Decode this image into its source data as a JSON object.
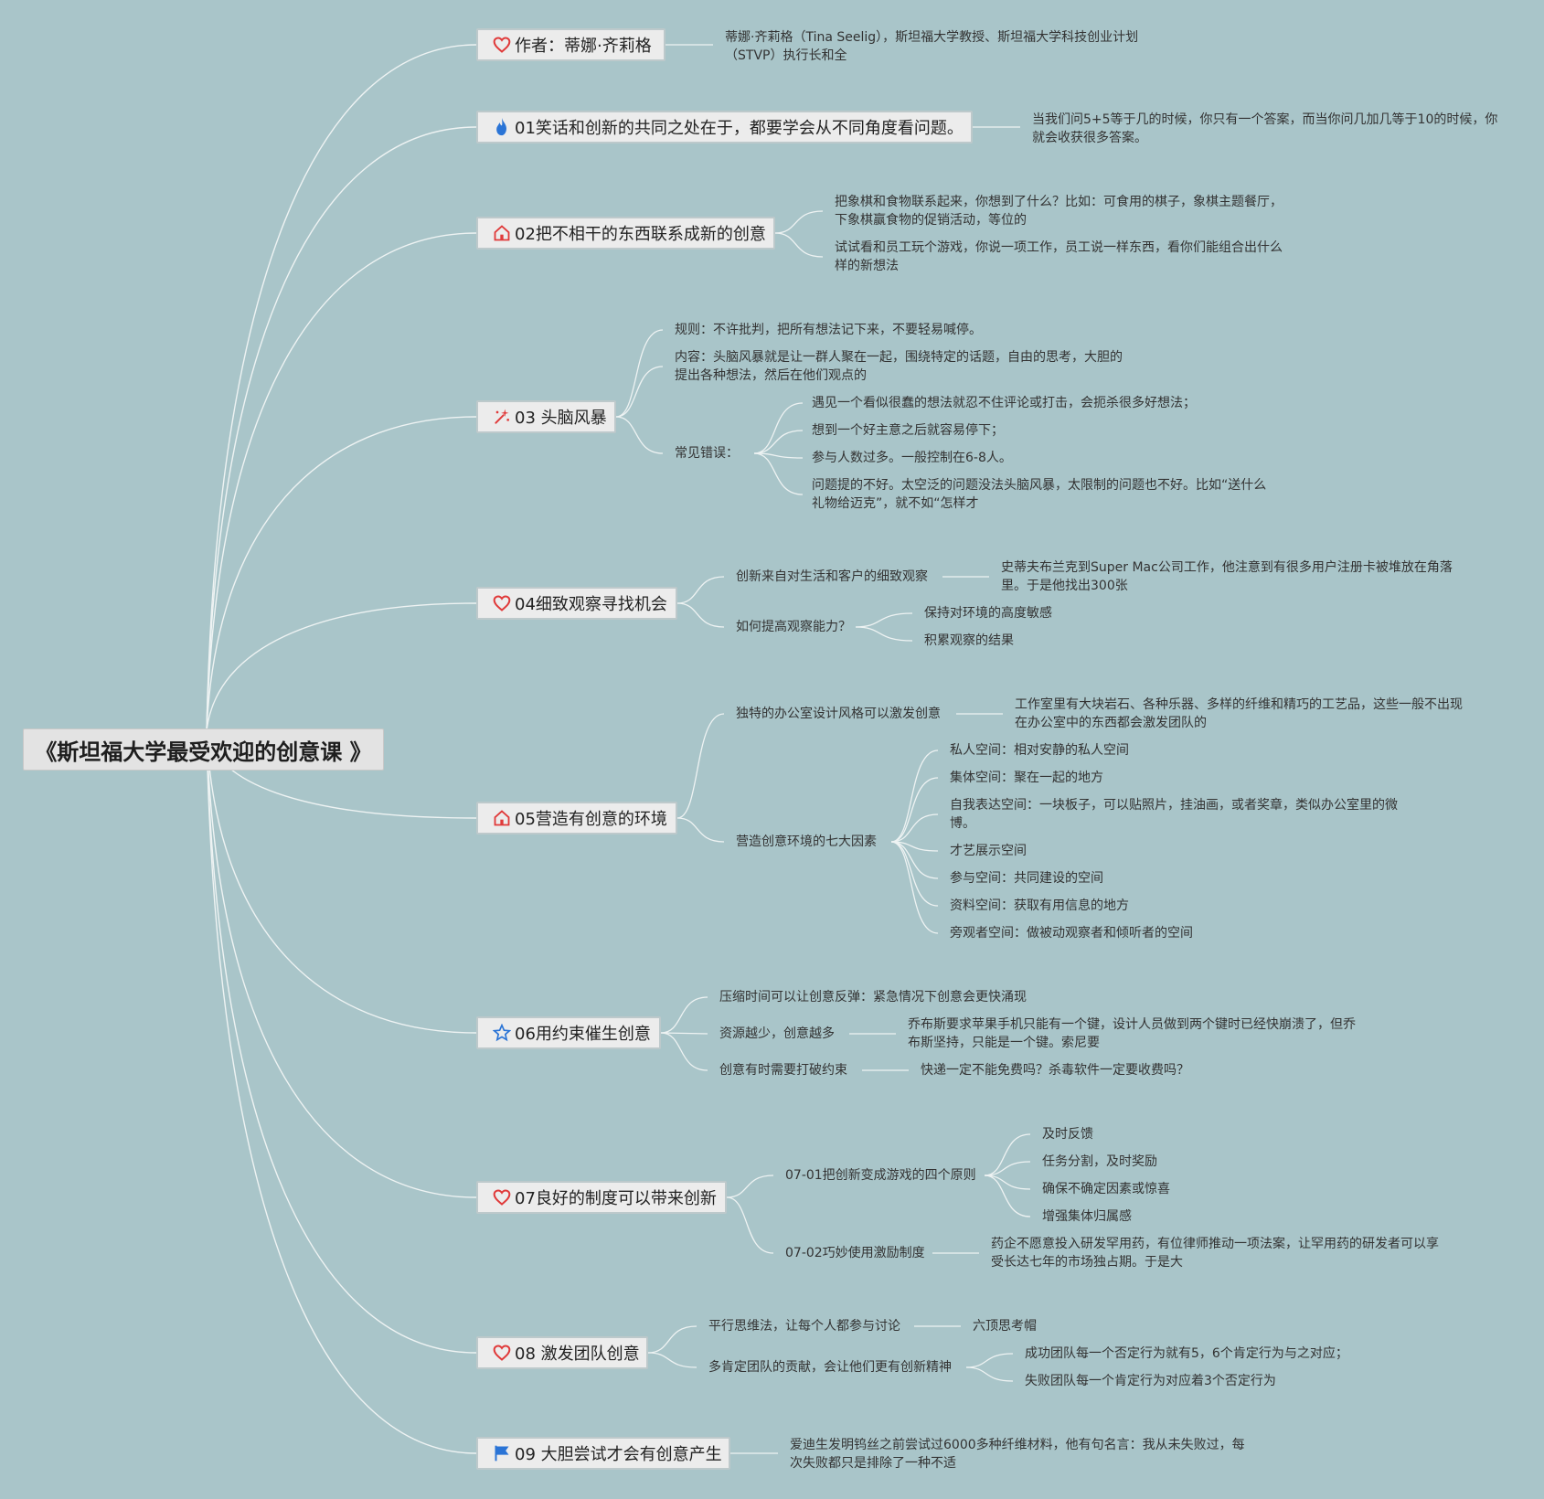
{
  "root": {
    "title": "《斯坦福大学最受欢迎的创意课 》"
  },
  "topics": {
    "author": {
      "label": "作者：蒂娜·齐莉格",
      "note_1": "蒂娜·齐莉格（Tina Seelig），斯坦福大学教授、斯坦福大学科技创业计划",
      "note_2": "（STVP）执行长和全"
    },
    "t01": {
      "label": "01笑话和创新的共同之处在于，都要学会从不同角度看问题。",
      "note_1": "当我们问5+5等于几的时候，你只有一个答案，而当你问几加几等于10的时候，你",
      "note_2": "就会收获很多答案。"
    },
    "t02": {
      "label": "02把不相干的东西联系成新的创意",
      "a1": "把象棋和食物联系起来，你想到了什么？比如：可食用的棋子，象棋主题餐厅，",
      "a2": "下象棋赢食物的促销活动，等位的",
      "b1": "试试看和员工玩个游戏，你说一项工作，员工说一样东西，看你们能组合出什么",
      "b2": "样的新想法"
    },
    "t03": {
      "label": "03 头脑风暴",
      "rule": "规则：不许批判，把所有想法记下来，不要轻易喊停。",
      "content_1": "内容：头脑风暴就是让一群人聚在一起，围绕特定的话题，自由的思考，大胆的",
      "content_2": "提出各种想法，然后在他们观点的",
      "mistakes": "常见错误：",
      "m1": "遇见一个看似很蠢的想法就忍不住评论或打击，会扼杀很多好想法；",
      "m2": "想到一个好主意之后就容易停下；",
      "m3": "参与人数过多。一般控制在6-8人。",
      "m4_1": "问题提的不好。太空泛的问题没法头脑风暴，太限制的问题也不好。比如“送什么",
      "m4_2": "礼物给迈克”，就不如“怎样才"
    },
    "t04": {
      "label": "04细致观察寻找机会",
      "s1": "创新来自对生活和客户的细致观察",
      "s1_note_1": "史蒂夫布兰克到Super Mac公司工作，他注意到有很多用户注册卡被堆放在角落",
      "s1_note_2": "里。于是他找出300张",
      "s2": "如何提高观察能力？",
      "s2a": "保持对环境的高度敏感",
      "s2b": "积累观察的结果"
    },
    "t05": {
      "label": "05营造有创意的环境",
      "s1": "独特的办公室设计风格可以激发创意",
      "s1_note_1": "工作室里有大块岩石、各种乐器、多样的纤维和精巧的工艺品，这些一般不出现",
      "s1_note_2": "在办公室中的东西都会激发团队的",
      "s2": "营造创意环境的七大因素",
      "f1": "私人空间：相对安静的私人空间",
      "f2": "集体空间：聚在一起的地方",
      "f3_1": "自我表达空间：一块板子，可以贴照片，挂油画，或者奖章，类似办公室里的微",
      "f3_2": "博。",
      "f4": "才艺展示空间",
      "f5": "参与空间：共同建设的空间",
      "f6": "资料空间：获取有用信息的地方",
      "f7": "旁观者空间：做被动观察者和倾听者的空间"
    },
    "t06": {
      "label": "06用约束催生创意",
      "s1": "压缩时间可以让创意反弹：紧急情况下创意会更快涌现",
      "s2": "资源越少，创意越多",
      "s2_note_1": "乔布斯要求苹果手机只能有一个键，设计人员做到两个键时已经快崩溃了，但乔",
      "s2_note_2": "布斯坚持，只能是一个键。索尼要",
      "s3": "创意有时需要打破约束",
      "s3_note": "快递一定不能免费吗？杀毒软件一定要收费吗？"
    },
    "t07": {
      "label": "07良好的制度可以带来创新",
      "s1": "07-01把创新变成游戏的四个原则",
      "p1": "及时反馈",
      "p2": "任务分割，及时奖励",
      "p3": "确保不确定因素或惊喜",
      "p4": "增强集体归属感",
      "s2": "07-02巧妙使用激励制度",
      "s2_note_1": "药企不愿意投入研发罕用药，有位律师推动一项法案，让罕用药的研发者可以享",
      "s2_note_2": "受长达七年的市场独占期。于是大"
    },
    "t08": {
      "label": "08 激发团队创意",
      "s1": "平行思维法，让每个人都参与讨论",
      "s1_note": "六顶思考帽",
      "s2": "多肯定团队的贡献，会让他们更有创新精神",
      "s2a": "成功团队每一个否定行为就有5，6个肯定行为与之对应；",
      "s2b": "失败团队每一个肯定行为对应着3个否定行为"
    },
    "t09": {
      "label": "09 大胆尝试才会有创意产生",
      "note_1": "爱迪生发明钨丝之前尝试过6000多种纤维材料，他有句名言：我从未失败过，每",
      "note_2": "次失败都只是排除了一种不适"
    }
  },
  "icons": {
    "author": "heart-icon",
    "t01": "flame-icon",
    "t02": "house-icon",
    "t03": "sparkle-icon",
    "t04": "heart-icon",
    "t05": "house-icon",
    "t06": "star-icon",
    "t07": "heart-icon",
    "t08": "heart-icon",
    "t09": "flag-icon"
  },
  "colors": {
    "background": "#a9c5c9",
    "topic_fill": "#ececec",
    "root_fill": "#e3e3e3",
    "connector": "#eef3f3",
    "heart": "#e03a3a",
    "blue": "#2a74d6"
  }
}
